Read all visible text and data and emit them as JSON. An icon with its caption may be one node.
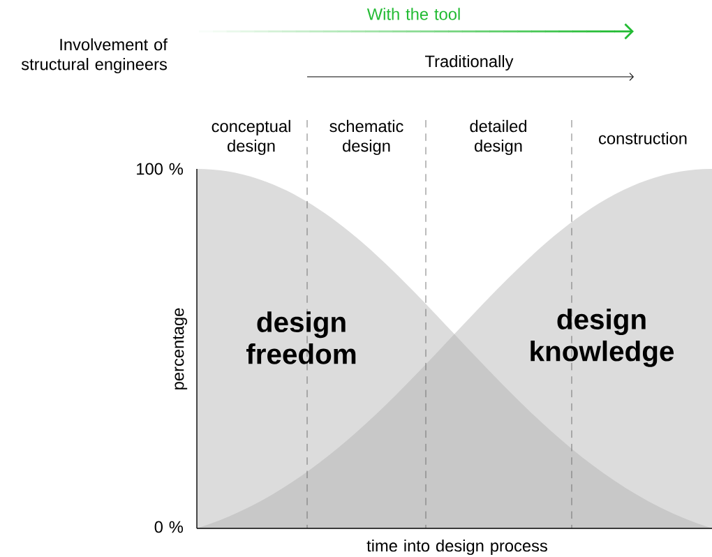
{
  "diagram": {
    "labels": [
      "With the tool",
      "Involvement of structural engineers",
      "Traditionally",
      "conceptual design",
      "schematic design",
      "detailed design",
      "construction",
      "100 %",
      "percentage",
      "design freedom",
      "design knowledge",
      "0 %",
      "time into design process"
    ]
  }
}
